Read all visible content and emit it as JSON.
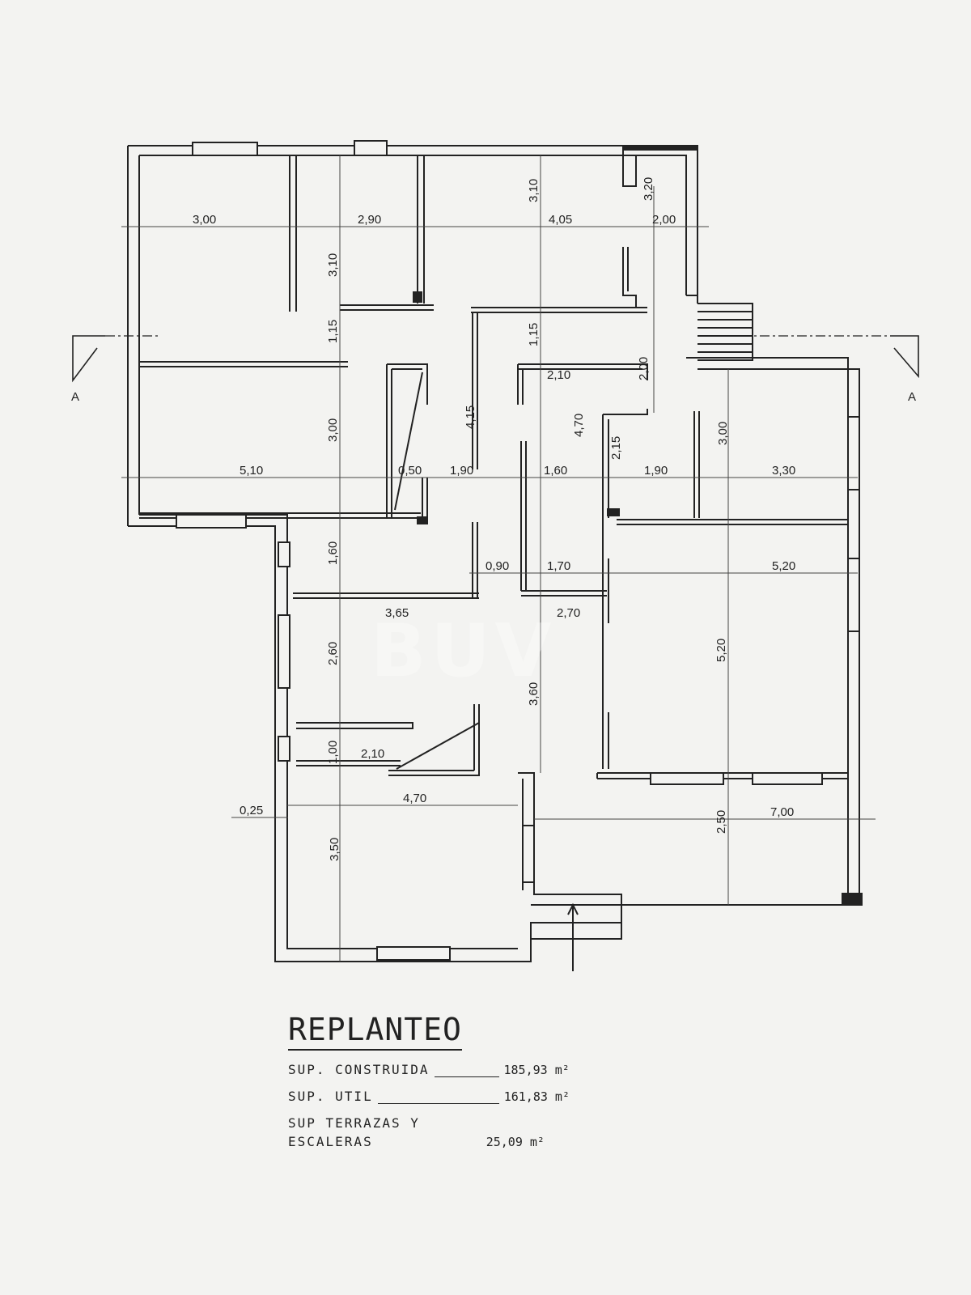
{
  "plan": {
    "section_marks": [
      "A",
      "A"
    ],
    "watermark": "BUV",
    "dimensions": {
      "d_300a": "3,00",
      "d_290": "2,90",
      "d_310a": "3,10",
      "d_405": "4,05",
      "d_320": "3,20",
      "d_200a": "2,00",
      "d_310b": "3,10",
      "d_115a": "1,15",
      "d_115b": "1,15",
      "d_210a": "2,10",
      "d_200b": "2,00",
      "d_415": "4,15",
      "d_470a": "4,70",
      "d_300b": "3,00",
      "d_215": "2,15",
      "d_300c": "3,00",
      "d_510": "5,10",
      "d_050": "0,50",
      "d_190a": "1,90",
      "d_160a": "1,60",
      "d_190b": "1,90",
      "d_330": "3,30",
      "d_160b": "1,60",
      "d_090": "0,90",
      "d_170": "1,70",
      "d_520a": "5,20",
      "d_365": "3,65",
      "d_270": "2,70",
      "d_260": "2,60",
      "d_360": "3,60",
      "d_520b": "5,20",
      "d_100": "1,00",
      "d_210b": "2,10",
      "d_025": "0,25",
      "d_470b": "4,70",
      "d_250": "2,50",
      "d_700": "7,00",
      "d_350": "3,50"
    }
  },
  "legend": {
    "title": "REPLANTEO",
    "rows": [
      {
        "label": "SUP. CONSTRUIDA",
        "value": "185,93 m²"
      },
      {
        "label": "SUP. UTIL",
        "value": "161,83 m²"
      },
      {
        "label_line1": "SUP TERRAZAS Y",
        "label_line2": "ESCALERAS",
        "value": "25,09 m²"
      }
    ]
  },
  "colors": {
    "ink": "#222222",
    "paper": "#f3f3f1"
  }
}
